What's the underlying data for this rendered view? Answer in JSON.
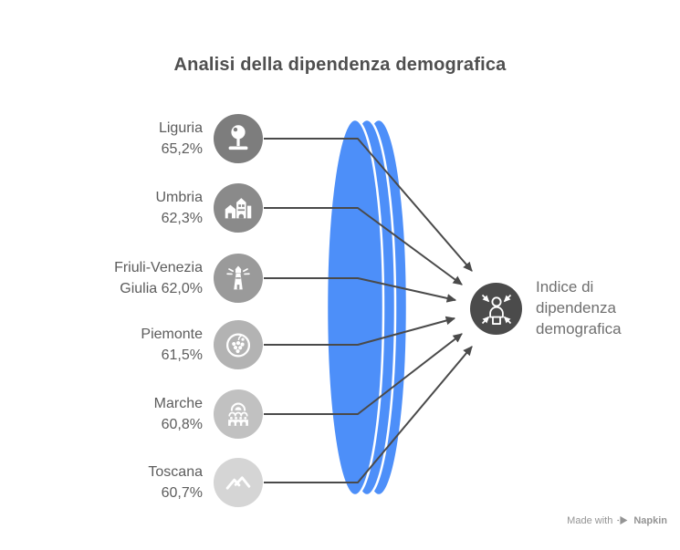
{
  "title": "Analisi della dipendenza demografica",
  "items": [
    {
      "region": "Liguria",
      "value": "65,2%",
      "line1": "Liguria",
      "line2": "65,2%",
      "icon": "map-pin-icon",
      "color": "#7d7d7d"
    },
    {
      "region": "Umbria",
      "value": "62,3%",
      "line1": "Umbria",
      "line2": "62,3%",
      "icon": "village-icon",
      "color": "#8a8a8a"
    },
    {
      "region": "Friuli-Venezia Giulia",
      "value": "62,0%",
      "line1": "Friuli-Venezia",
      "line2": "Giulia 62,0%",
      "icon": "lighthouse-icon",
      "color": "#9a9a9a"
    },
    {
      "region": "Piemonte",
      "value": "61,5%",
      "line1": "Piemonte",
      "line2": "61,5%",
      "icon": "grapes-icon",
      "color": "#b3b3b3"
    },
    {
      "region": "Marche",
      "value": "60,8%",
      "line1": "Marche",
      "line2": "60,8%",
      "icon": "dome-icon",
      "color": "#c1c1c1"
    },
    {
      "region": "Toscana",
      "value": "60,7%",
      "line1": "Toscana",
      "line2": "60,7%",
      "icon": "mountains-icon",
      "color": "#d5d5d5"
    }
  ],
  "center": {
    "line1": "Indice di",
    "line2": "dipendenza",
    "line3": "demografica",
    "icon": "person-focus-icon"
  },
  "footer": {
    "made_with": "Made with",
    "brand": "Napkin"
  },
  "colors": {
    "background": "#ffffff",
    "lens": "#4d8ff9",
    "connector": "#4a4a4a",
    "title": "#4f4f4f",
    "item_text": "#5c5c5c",
    "center_circle": "#4b4b4b",
    "center_label": "#6f6f6f",
    "footer": "#949494"
  }
}
